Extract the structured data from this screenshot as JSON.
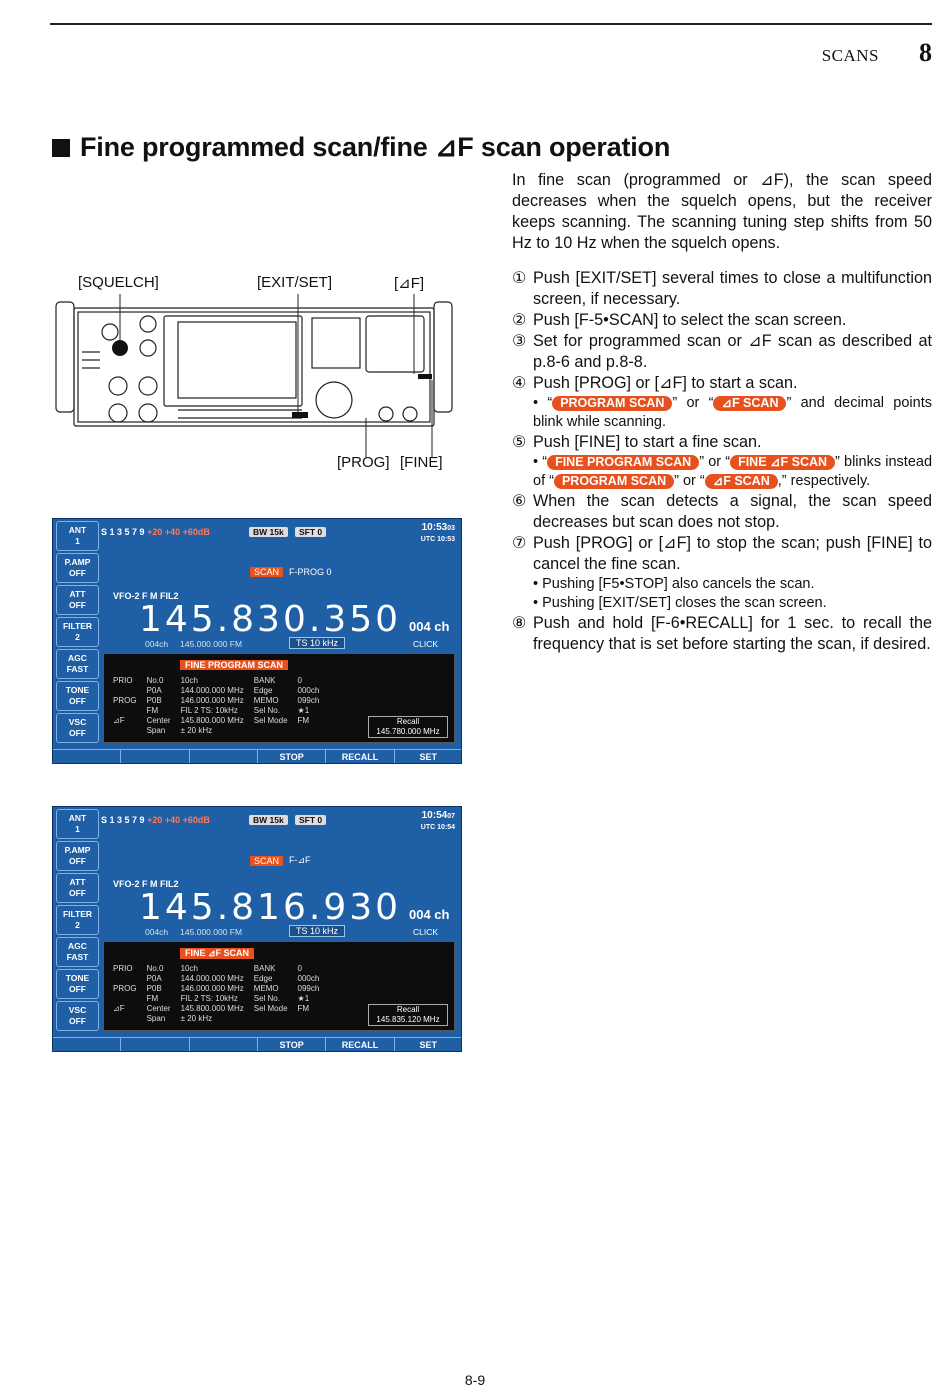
{
  "header": {
    "section": "SCANS",
    "chapter": "8"
  },
  "heading": "Fine programmed scan/fine ⊿F scan operation",
  "intro": "In fine scan (programmed or ⊿F), the scan speed decreases when the squelch opens, but the receiver keeps scanning. The scanning tuning step shifts from 50 Hz to 10 Hz when the squelch opens.",
  "callouts": {
    "squelch": "[SQUELCH]",
    "exitset": "[EXIT/SET]",
    "df": "[⊿F]",
    "prog": "[PROG]",
    "fine": "[FINE]"
  },
  "steps": [
    {
      "n": "①",
      "text": "Push [EXIT/SET] several times to close a multifunction screen, if necessary."
    },
    {
      "n": "②",
      "text": "Push [F-5•SCAN] to select the scan screen."
    },
    {
      "n": "③",
      "text": "Set for programmed scan or ⊿F scan as described at p.8-6 and p.8-8."
    },
    {
      "n": "④",
      "text": "Push [PROG] or [⊿F] to start a scan."
    },
    {
      "n": "⑤",
      "text": "Push [FINE] to start a fine scan."
    },
    {
      "n": "⑥",
      "text": "When the scan detects a signal, the scan speed decreases but scan does not stop."
    },
    {
      "n": "⑦",
      "text": "Push [PROG] or [⊿F] to stop the scan; push [FINE] to cancel the fine scan."
    },
    {
      "n": "⑧",
      "text": "Push and hold [F-6•RECALL] for 1 sec. to recall the frequency that is set before starting the scan, if desired."
    }
  ],
  "bullet4": {
    "pre": "• “",
    "tag1": "PROGRAM SCAN",
    "mid": "” or “",
    "tag2": "⊿F SCAN",
    "post": "” and decimal points blink while scanning."
  },
  "bullet5": {
    "pre": "• “",
    "tag1": "FINE PROGRAM SCAN",
    "mid1": "” or “",
    "tag2": "FINE ⊿F SCAN",
    "mid2": "” blinks instead of “",
    "tag3": "PROGRAM SCAN",
    "mid3": "” or “",
    "tag4": "⊿F SCAN",
    "post": ",” respectively."
  },
  "bullet7a": "• Pushing [F5•STOP] also cancels the scan.",
  "bullet7b": "• Pushing [EXIT/SET] closes the scan screen.",
  "page_number": "8-9",
  "screen1": {
    "side": [
      "ANT\n1",
      "P.AMP\nOFF",
      "ATT\nOFF",
      "FILTER\n2",
      "AGC\nFAST",
      "TONE\nOFF",
      "VSC\nOFF"
    ],
    "meter": "S 1  3  5  7  9",
    "meter_red": "+20  +40  +60dB",
    "bw": "BW 15k",
    "sft": "SFT  0",
    "time": "10:53",
    "time_sec": "03",
    "utc": "UTC 10:53",
    "scan": "SCAN",
    "mode": "F-PROG  0",
    "vfo": "VFO-2   F M   FIL2",
    "freq": "145.830.350",
    "ch": "004 ch",
    "sub1": "004ch",
    "sub2": "145.000.000 FM",
    "ts": "TS  10 kHz",
    "click": "CLICK",
    "fine_label": "FINE PROGRAM SCAN",
    "rows": [
      [
        "PRIO",
        "No.0",
        "10ch",
        "BANK",
        "0"
      ],
      [
        "",
        "P0A",
        "144.000.000 MHz",
        "Edge",
        "000ch"
      ],
      [
        "PROG",
        "P0B",
        "146.000.000 MHz",
        "MEMO",
        "099ch"
      ],
      [
        "",
        "FM",
        "FIL 2  TS:  10kHz",
        "Sel No.",
        "★1"
      ],
      [
        "⊿F",
        "Center",
        "145.800.000 MHz",
        "Sel Mode",
        "FM"
      ],
      [
        "",
        "Span",
        "±  20 kHz",
        "",
        ""
      ]
    ],
    "recall_label": "Recall",
    "recall_freq": "145.780.000 MHz",
    "fkeys": [
      "",
      "",
      "",
      "STOP",
      "RECALL",
      "SET"
    ]
  },
  "screen2": {
    "side": [
      "ANT\n1",
      "P.AMP\nOFF",
      "ATT\nOFF",
      "FILTER\n2",
      "AGC\nFAST",
      "TONE\nOFF",
      "VSC\nOFF"
    ],
    "meter": "S 1  3  5  7  9",
    "meter_red": "+20  +40  +60dB",
    "bw": "BW 15k",
    "sft": "SFT  0",
    "time": "10:54",
    "time_sec": "07",
    "utc": "UTC 10:54",
    "scan": "SCAN",
    "mode": "F-⊿F",
    "vfo": "VFO-2   F M   FIL2",
    "freq": "145.816.930",
    "ch": "004 ch",
    "sub1": "004ch",
    "sub2": "145.000.000 FM",
    "ts": "TS  10 kHz",
    "click": "CLICK",
    "fine_label": "FINE ⊿F SCAN",
    "rows": [
      [
        "PRIO",
        "No.0",
        "10ch",
        "BANK",
        "0"
      ],
      [
        "",
        "P0A",
        "144.000.000 MHz",
        "Edge",
        "000ch"
      ],
      [
        "PROG",
        "P0B",
        "146.000.000 MHz",
        "MEMO",
        "099ch"
      ],
      [
        "",
        "FM",
        "FIL 2  TS:  10kHz",
        "Sel No.",
        "★1"
      ],
      [
        "⊿F",
        "Center",
        "145.800.000 MHz",
        "Sel Mode",
        "FM"
      ],
      [
        "",
        "Span",
        "±  20 kHz",
        "",
        ""
      ]
    ],
    "recall_label": "Recall",
    "recall_freq": "145.835.120 MHz",
    "fkeys": [
      "",
      "",
      "",
      "STOP",
      "RECALL",
      "SET"
    ]
  }
}
